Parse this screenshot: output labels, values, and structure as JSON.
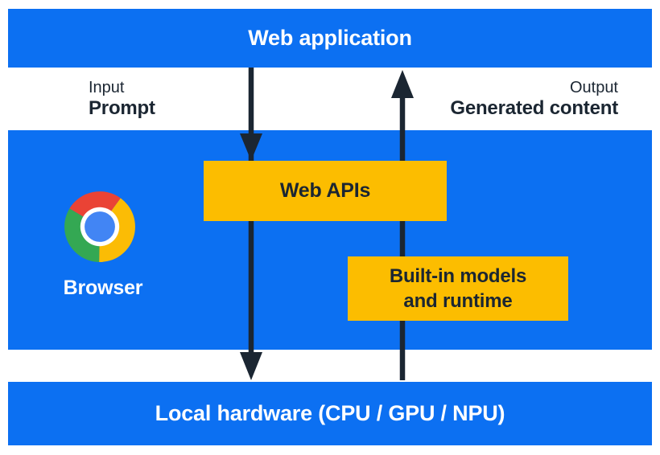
{
  "colors": {
    "band_blue": "#0C70F2",
    "box_yellow": "#FCBD00",
    "ink_dark": "#1B2632",
    "text_white": "#FFFFFF",
    "chrome_red": "#EA4335",
    "chrome_yellow": "#FBBC05",
    "chrome_green": "#34A853",
    "chrome_blue": "#4285F4"
  },
  "top_bar": {
    "label": "Web application"
  },
  "flow_labels": {
    "input_caption": "Input",
    "input_value": "Prompt",
    "output_caption": "Output",
    "output_value": "Generated content"
  },
  "browser_band": {
    "browser_label": "Browser",
    "web_apis_label": "Web APIs",
    "builtin_models_line1": "Built-in models",
    "builtin_models_line2": "and runtime"
  },
  "bottom_bar": {
    "label": "Local hardware (CPU / GPU / NPU)"
  }
}
